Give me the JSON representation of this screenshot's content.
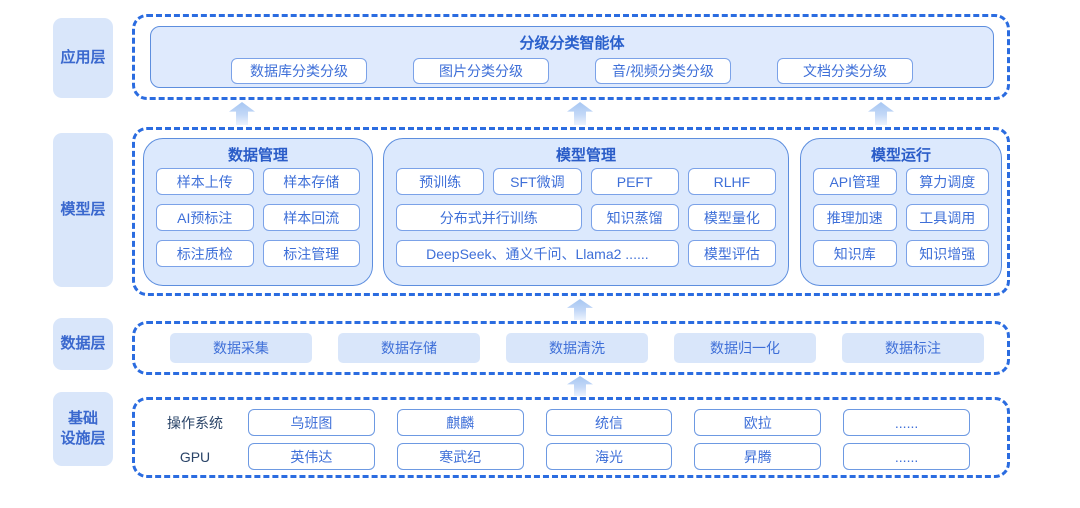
{
  "palette": {
    "dashed_border": "#2b6ce0",
    "panel_border": "#5d8ede",
    "panel_fill": "#dce9fd",
    "label_fill": "#d9e6fa",
    "label_text": "#3a68ce",
    "chip_border": "#7ba2e8",
    "chip_text": "#3e6fd8",
    "title_text": "#2a5cc8",
    "category_text": "#2a4468",
    "arrow_fill": "#a6c6f2"
  },
  "layers": {
    "app": {
      "label": "应用层",
      "title": "分级分类智能体",
      "items": [
        "数据库分类分级",
        "图片分类分级",
        "音/视频分类分级",
        "文档分类分级"
      ]
    },
    "model": {
      "label": "模型层",
      "groups": [
        {
          "title": "数据管理",
          "items": [
            "样本上传",
            "样本存储",
            "AI预标注",
            "样本回流",
            "标注质检",
            "标注管理"
          ]
        },
        {
          "title": "模型管理",
          "items": [
            "预训练",
            "SFT微调",
            "PEFT",
            "RLHF",
            "分布式并行训练",
            "知识蒸馏",
            "模型量化",
            "DeepSeek、通义千问、Llama2 ......",
            "模型评估"
          ]
        },
        {
          "title": "模型运行",
          "items": [
            "API管理",
            "算力调度",
            "推理加速",
            "工具调用",
            "知识库",
            "知识增强"
          ]
        }
      ]
    },
    "data": {
      "label": "数据层",
      "items": [
        "数据采集",
        "数据存储",
        "数据清洗",
        "数据归一化",
        "数据标注"
      ]
    },
    "infra": {
      "label_line1": "基础",
      "label_line2": "设施层",
      "rows": [
        {
          "category": "操作系统",
          "items": [
            "乌班图",
            "麒麟",
            "统信",
            "欧拉",
            "......"
          ]
        },
        {
          "category": "GPU",
          "items": [
            "英伟达",
            "寒武纪",
            "海光",
            "昇腾",
            "......"
          ]
        }
      ]
    }
  }
}
